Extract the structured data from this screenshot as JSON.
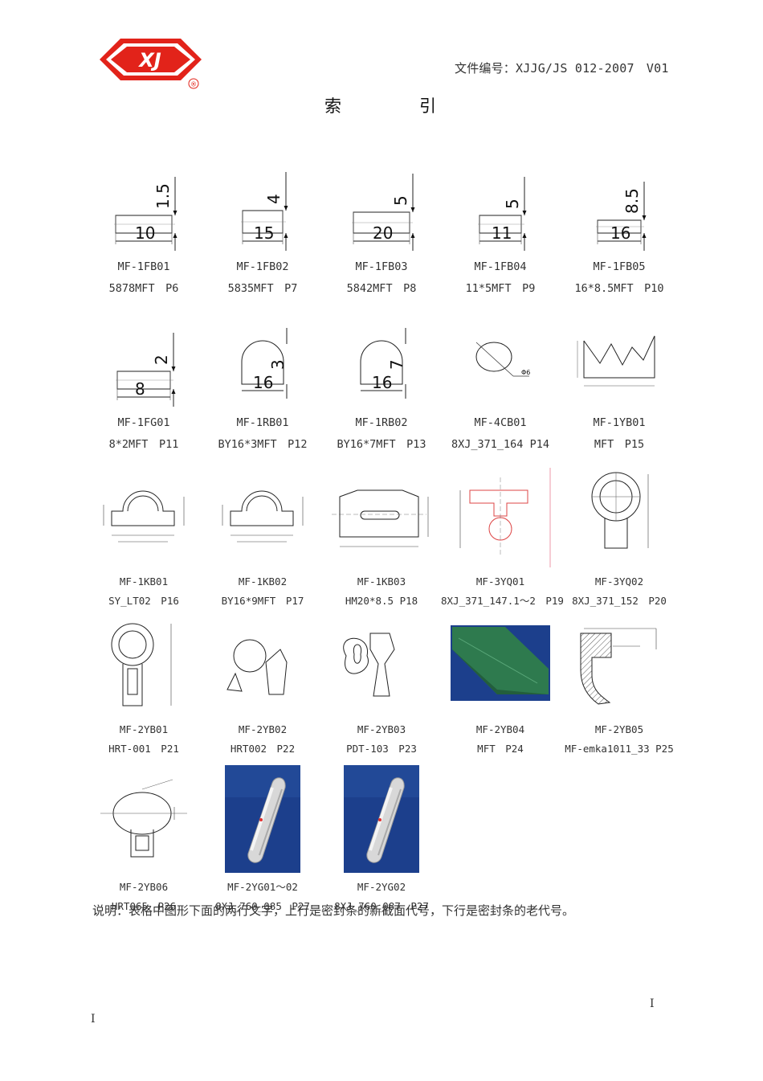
{
  "header": {
    "logo_text": "XJ",
    "registered_mark": "®",
    "doc_number": "文件编号：XJJG/JS 012-2007　V01",
    "title": "索　引"
  },
  "colors": {
    "logo_red": "#e2231a",
    "render_green": "#2e7a4e",
    "render_blue": "#1c3f8c"
  },
  "rows": [
    [
      {
        "code": "MF-1FB01",
        "old": "5878MFT　P6",
        "dims": [
          "10",
          "1.5"
        ],
        "icon": "rect-profile"
      },
      {
        "code": "MF-1FB02",
        "old": "5835MFT　P7",
        "dims": [
          "15",
          "4"
        ],
        "icon": "rect-profile"
      },
      {
        "code": "MF-1FB03",
        "old": "5842MFT　P8",
        "dims": [
          "20",
          "5"
        ],
        "icon": "rect-profile"
      },
      {
        "code": "MF-1FB04",
        "old": "11*5MFT　P9",
        "dims": [
          "11",
          "5"
        ],
        "icon": "rect-profile"
      },
      {
        "code": "MF-1FB05",
        "old": "16*8.5MFT　P10",
        "dims": [
          "16",
          "8.5"
        ],
        "icon": "rect-profile"
      }
    ],
    [
      {
        "code": "MF-1FG01",
        "old": "8*2MFT　P11",
        "dims": [
          "8",
          "2"
        ],
        "icon": "rect-profile"
      },
      {
        "code": "MF-1RB01",
        "old": "BY16*3MFT　P12",
        "dims": [
          "16",
          "3"
        ],
        "icon": "round-top-profile"
      },
      {
        "code": "MF-1RB02",
        "old": "BY16*7MFT　P13",
        "dims": [
          "16",
          "7"
        ],
        "icon": "round-top-profile"
      },
      {
        "code": "MF-4CB01",
        "old": "8XJ_371_164 P14",
        "dims": [
          "Φ6"
        ],
        "icon": "circle-profile"
      },
      {
        "code": "MF-1YB01",
        "old": "MFT　P15",
        "dims": [],
        "icon": "lip-profile"
      }
    ],
    [
      {
        "code": "MF-1KB01",
        "old": "SY_LT02　P16",
        "icon": "bulb-profile"
      },
      {
        "code": "MF-1KB02",
        "old": "BY16*9MFT　P17",
        "icon": "bulb-profile"
      },
      {
        "code": "MF-1KB03",
        "old": "HM20*8.5 P18",
        "icon": "hollow-profile"
      },
      {
        "code": "MF-3YQ01",
        "old": "8XJ_371_147.1～2　P19",
        "icon": "t-profile"
      },
      {
        "code": "MF-3YQ02",
        "old": "8XJ_371_152　P20",
        "icon": "ring-profile"
      }
    ],
    [
      {
        "code": "MF-2YB01",
        "old": "HRT-001　P21",
        "icon": "clip-profile"
      },
      {
        "code": "MF-2YB02",
        "old": "HRT002　P22",
        "icon": "clip-profile"
      },
      {
        "code": "MF-2YB03",
        "old": "PDT-103　P23",
        "icon": "clip-profile"
      },
      {
        "code": "MF-2YB04",
        "old": "MFT　P24",
        "icon": "3d-render"
      },
      {
        "code": "MF-2YB05",
        "old": "MF-emka1011_33 P25",
        "icon": "hatched-profile"
      }
    ],
    [
      {
        "code": "MF-2YB06",
        "old": "HRT065　P26",
        "icon": "oval-profile"
      },
      {
        "code": "MF-2YG01～02",
        "old": "8XJ_760_085　P27",
        "icon": "3d-render"
      },
      {
        "code": "MF-2YG02",
        "old": "8XJ_760_087　P27",
        "icon": "3d-render"
      }
    ]
  ],
  "note": "说明：表格中图形下面的两行文字，上行是密封条的新截面代号，下行是密封条的老代号。",
  "footer": {
    "page_right": "I",
    "page_left": "I"
  }
}
